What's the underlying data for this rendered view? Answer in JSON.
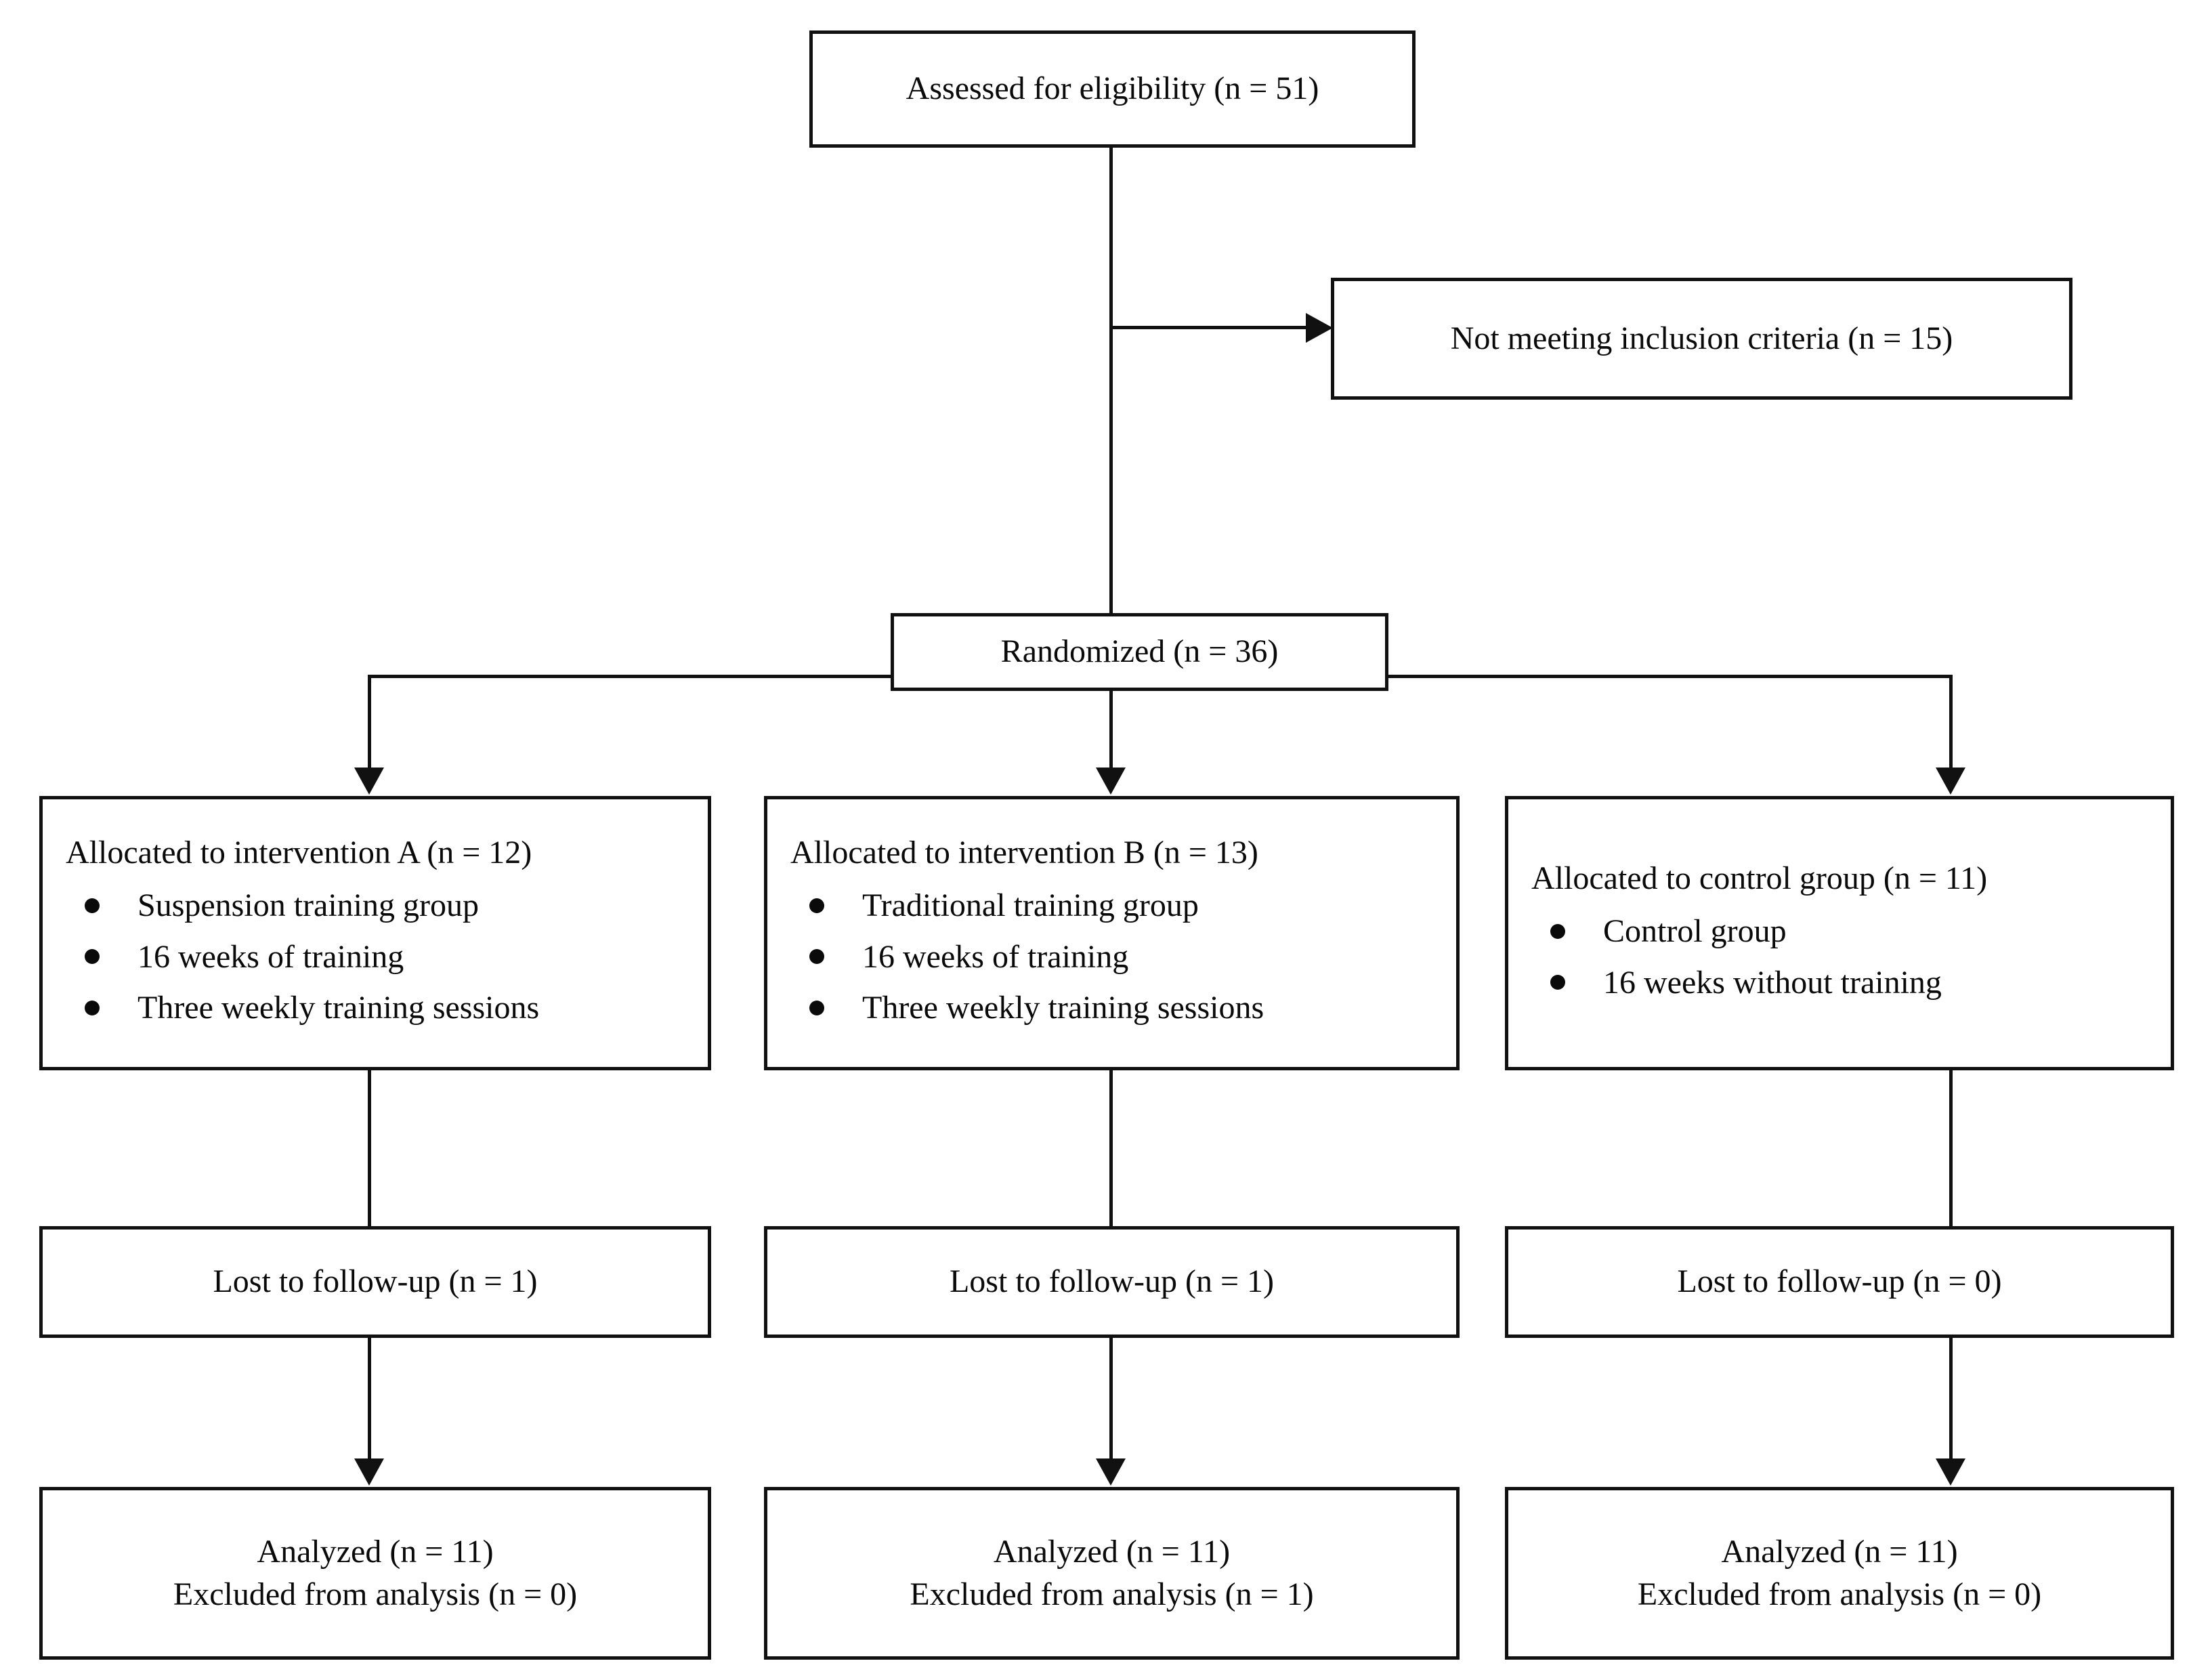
{
  "diagram": {
    "type": "consort-flow-diagram",
    "title": "CONSORT participant flow diagram",
    "colors": {
      "line": "#111111",
      "text": "#0a0a0a",
      "background": "#ffffff"
    }
  },
  "enrollment": {
    "assessed": "Assessed for eligibility (n = 51)",
    "excluded": "Not meeting inclusion criteria (n = 15)"
  },
  "randomization": {
    "label": "Randomized (n = 36)"
  },
  "arms": [
    {
      "id": "intervention-a",
      "allocation_title": "Allocated to intervention A (n = 12)",
      "bullets": [
        "Suspension training group",
        "16 weeks of training",
        "Three weekly training sessions"
      ],
      "lost": "Lost to follow-up (n = 1)",
      "analyzed": "Analyzed (n = 11)",
      "excluded_from_analysis": "Excluded from analysis (n = 0)"
    },
    {
      "id": "intervention-b",
      "allocation_title": "Allocated to intervention B (n = 13)",
      "bullets": [
        "Traditional training group",
        "16 weeks of training",
        "Three weekly training sessions"
      ],
      "lost": "Lost to follow-up (n = 1)",
      "analyzed": "Analyzed (n = 11)",
      "excluded_from_analysis": "Excluded from analysis (n = 1)"
    },
    {
      "id": "control",
      "allocation_title": "Allocated to control group (n = 11)",
      "bullets": [
        "Control group",
        "16 weeks without training"
      ],
      "lost": "Lost to follow-up (n = 0)",
      "analyzed": "Analyzed (n = 11)",
      "excluded_from_analysis": "Excluded from analysis (n = 0)"
    }
  ],
  "chart_data": {
    "type": "diagram",
    "title": "CONSORT participant flow diagram",
    "nodes": [
      {
        "id": "assessed",
        "label": "Assessed for eligibility (n = 51)",
        "n": 51,
        "stage": "enrollment"
      },
      {
        "id": "excluded",
        "label": "Not meeting inclusion criteria (n = 15)",
        "n": 15,
        "stage": "enrollment"
      },
      {
        "id": "randomized",
        "label": "Randomized (n = 36)",
        "n": 36,
        "stage": "randomization"
      },
      {
        "id": "alloc-a",
        "label": "Allocated to intervention A (n = 12)",
        "n": 12,
        "stage": "allocation"
      },
      {
        "id": "alloc-b",
        "label": "Allocated to intervention B (n = 13)",
        "n": 13,
        "stage": "allocation"
      },
      {
        "id": "alloc-c",
        "label": "Allocated to control group (n = 11)",
        "n": 11,
        "stage": "allocation"
      },
      {
        "id": "lost-a",
        "label": "Lost to follow-up (n = 1)",
        "n": 1,
        "stage": "follow-up"
      },
      {
        "id": "lost-b",
        "label": "Lost to follow-up (n = 1)",
        "n": 1,
        "stage": "follow-up"
      },
      {
        "id": "lost-c",
        "label": "Lost to follow-up (n = 0)",
        "n": 0,
        "stage": "follow-up"
      },
      {
        "id": "analyzed-a",
        "label": "Analyzed (n = 11)",
        "n": 11,
        "stage": "analysis"
      },
      {
        "id": "analyzed-b",
        "label": "Analyzed (n = 11)",
        "n": 11,
        "stage": "analysis"
      },
      {
        "id": "analyzed-c",
        "label": "Analyzed (n = 11)",
        "n": 11,
        "stage": "analysis"
      },
      {
        "id": "exc-a",
        "label": "Excluded from analysis (n = 0)",
        "n": 0,
        "stage": "analysis"
      },
      {
        "id": "exc-b",
        "label": "Excluded from analysis (n = 1)",
        "n": 1,
        "stage": "analysis"
      },
      {
        "id": "exc-c",
        "label": "Excluded from analysis (n = 0)",
        "n": 0,
        "stage": "analysis"
      }
    ],
    "edges": [
      {
        "from": "assessed",
        "to": "excluded"
      },
      {
        "from": "assessed",
        "to": "randomized"
      },
      {
        "from": "randomized",
        "to": "alloc-a"
      },
      {
        "from": "randomized",
        "to": "alloc-b"
      },
      {
        "from": "randomized",
        "to": "alloc-c"
      },
      {
        "from": "alloc-a",
        "to": "lost-a"
      },
      {
        "from": "alloc-b",
        "to": "lost-b"
      },
      {
        "from": "alloc-c",
        "to": "lost-c"
      },
      {
        "from": "lost-a",
        "to": "analyzed-a"
      },
      {
        "from": "lost-b",
        "to": "analyzed-b"
      },
      {
        "from": "lost-c",
        "to": "analyzed-c"
      }
    ]
  }
}
